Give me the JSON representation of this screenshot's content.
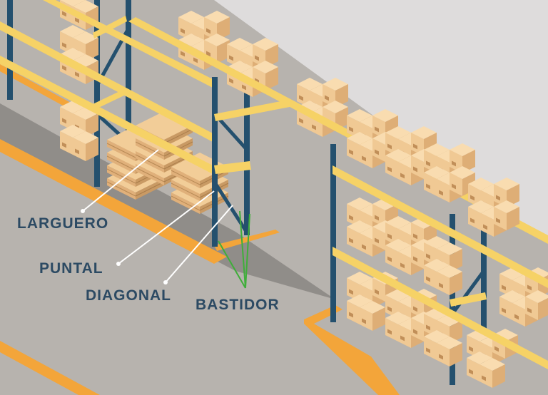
{
  "labels": {
    "larguero": "LARGUERO",
    "puntal": "PUNTAL",
    "diagonal": "DIAGONAL",
    "bastidor": "BASTIDOR"
  },
  "colors": {
    "floor": "#b7b3ae",
    "wall": "#dedcdc",
    "aisle_shadow": "#8a8683",
    "floor_line": "#f3a53a",
    "beam": "#f6d266",
    "upright": "#24506e",
    "box": "#f0c994",
    "pallet": "#e8bd86",
    "leader_white": "#ffffff",
    "leader_green": "#3fae3a",
    "label_text": "#2c4a63"
  },
  "icons": {
    "box": "cardboard-box-icon",
    "pallet": "pallet-icon"
  }
}
